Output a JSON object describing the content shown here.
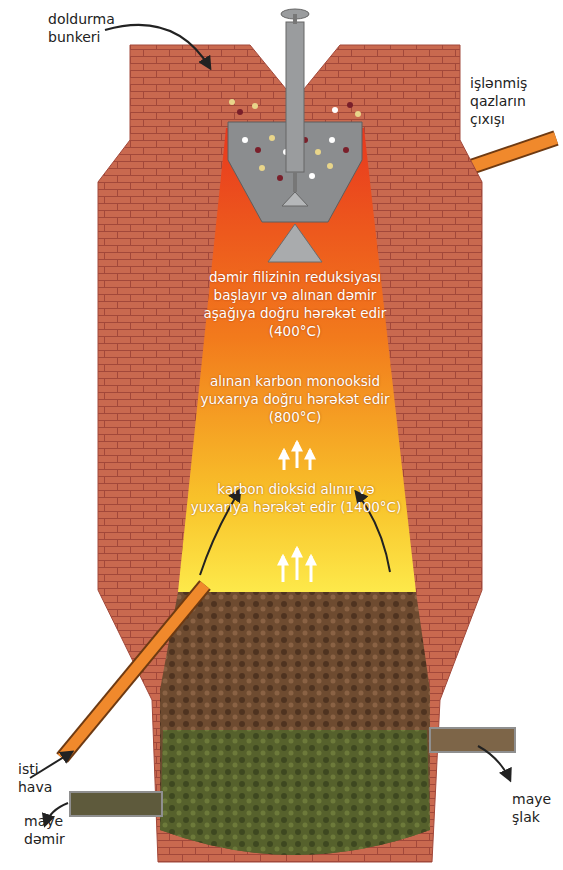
{
  "diagram": {
    "labels": [
      "doldurma bunkeri",
      "işlənmiş qazların çıxışı",
      "dəmir filizinin reduksiyası başlayır və alınan dəmir aşağıya doğru hərəkət edir (400°C)",
      "alınan karbon monooksid yuxarıya doğru hərəkət edir (800°C)",
      "karbon dioksid alınır və yuxarıya hərəkət edir (1400°C)",
      "isti hava",
      "maye şlak",
      "maye dəmir"
    ]
  }
}
